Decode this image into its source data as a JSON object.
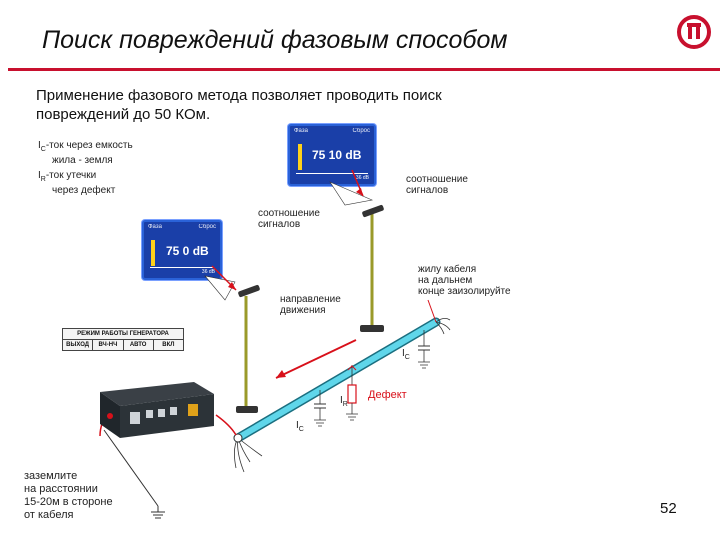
{
  "header": {
    "title": "Поиск повреждений фазовым способом"
  },
  "intro": {
    "line1": "Применение фазового метода позволяет проводить поиск",
    "line2": "повреждений до 50 КОм."
  },
  "labels": {
    "ic_prefix": "I",
    "ic_sub": "C",
    "ic_text1": "-ток через емкость",
    "ic_text2": "жила - земля",
    "ir_prefix": "I",
    "ir_sub": "R",
    "ir_text1": "-ток утечки",
    "ir_text2": "через дефект",
    "ratio_top1": "соотношение",
    "ratio_top2": "сигналов",
    "ratio_left1": "соотношение",
    "ratio_left2": "сигналов",
    "direction1": "направление",
    "direction2": "движения",
    "cable_end1": "жилу кабеля",
    "cable_end2": "на дальнем",
    "cable_end3": "конце заизолируйте",
    "defect": "Дефект",
    "ground1": "заземлите",
    "ground2": "на расстоянии",
    "ground3": "15-20м в стороне",
    "ground4": "от кабеля",
    "cable_ic": "I",
    "cable_ir": "I",
    "cable_ic2": "I"
  },
  "panel_top": {
    "left_header": "Фаза",
    "right_header": "Сброс",
    "value": "75  10 dB",
    "bottom": "36 dB"
  },
  "panel_left": {
    "left_header": "Фаза",
    "right_header": "Сброс",
    "value": "75   0 dB",
    "bottom": "36 dB"
  },
  "generator": {
    "title": "РЕЖИМ РАБОТЫ ГЕНЕРАТОРА",
    "modes": [
      "ВЫХОД",
      "ВЧ-НЧ",
      "АВТО",
      "ВКЛ"
    ]
  },
  "footer": {
    "page": "52"
  },
  "colors": {
    "accent": "#c8102e",
    "panel": "#1a3fa8",
    "cable": "#4fd3e8",
    "probe": "#9a9a2a",
    "arrow": "#d8101a"
  }
}
